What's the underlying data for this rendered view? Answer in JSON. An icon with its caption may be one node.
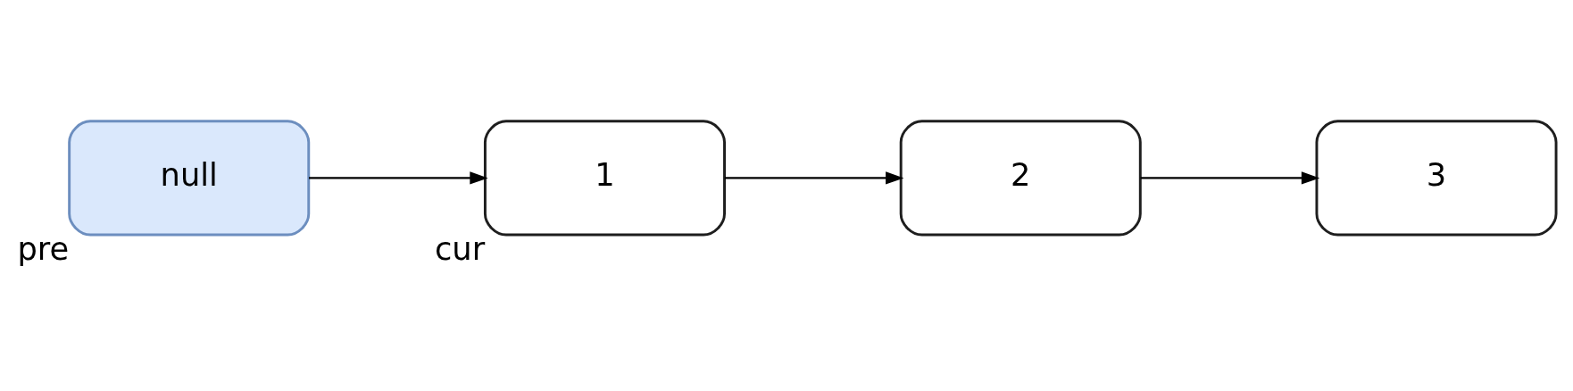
{
  "diagram": {
    "nodes": [
      {
        "text": [
          "null"
        ],
        "beside": [
          "pre"
        ]
      },
      {
        "text": [
          "1"
        ],
        "beside": [
          "cur"
        ]
      },
      {
        "text": [
          "2"
        ]
      },
      {
        "text": [
          "3"
        ]
      }
    ],
    "edges": [
      {
        "from": 0,
        "to": 1,
        "arrow": "to"
      },
      {
        "from": 1,
        "to": 2,
        "arrow": "to"
      },
      {
        "from": 2,
        "to": 3,
        "arrow": "to"
      }
    ]
  }
}
